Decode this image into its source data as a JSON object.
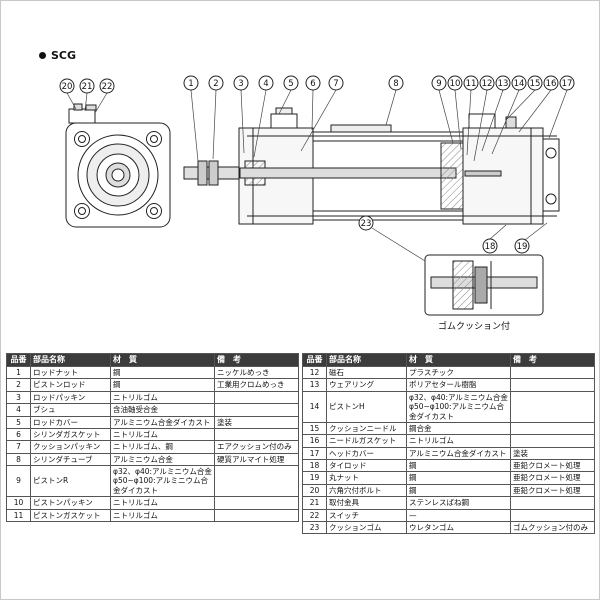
{
  "page": {
    "model_code": "SCG"
  },
  "diagram": {
    "main_callouts": [
      "1",
      "2",
      "3",
      "4",
      "5",
      "6",
      "7",
      "8",
      "9",
      "10",
      "11",
      "12",
      "13",
      "14",
      "15",
      "16",
      "17"
    ],
    "front_callouts": [
      "20",
      "21",
      "22"
    ],
    "detail_callouts": [
      "23",
      "18",
      "19"
    ],
    "detail_caption": "ゴムクッション付"
  },
  "table": {
    "headers": [
      "品番",
      "部品名称",
      "材　質",
      "備　考"
    ],
    "left_rows": [
      {
        "no": "1",
        "name": "ロッドナット",
        "material": "鋼",
        "remarks": "ニッケルめっき"
      },
      {
        "no": "2",
        "name": "ピストンロッド",
        "material": "鋼",
        "remarks": "工業用クロムめっき"
      },
      {
        "no": "3",
        "name": "ロッドパッキン",
        "material": "ニトリルゴム",
        "remarks": ""
      },
      {
        "no": "4",
        "name": "ブシュ",
        "material": "含油軸受合金",
        "remarks": ""
      },
      {
        "no": "5",
        "name": "ロッドカバー",
        "material": "アルミニウム合金ダイカスト",
        "remarks": "塗装"
      },
      {
        "no": "6",
        "name": "シリンダガスケット",
        "material": "ニトリルゴム",
        "remarks": ""
      },
      {
        "no": "7",
        "name": "クッションパッキン",
        "material": "ニトリルゴム、鋼",
        "remarks": "エアクッション付のみ"
      },
      {
        "no": "8",
        "name": "シリンダチューブ",
        "material": "アルミニウム合金",
        "remarks": "硬質アルマイト処理"
      },
      {
        "no": "9",
        "name": "ピストンR",
        "material": "φ32、φ40:アルミニウム合金\nφ50~φ100:アルミニウム合金ダイカスト",
        "remarks": ""
      },
      {
        "no": "10",
        "name": "ピストンパッキン",
        "material": "ニトリルゴム",
        "remarks": ""
      },
      {
        "no": "11",
        "name": "ピストンガスケット",
        "material": "ニトリルゴム",
        "remarks": ""
      }
    ],
    "right_rows": [
      {
        "no": "12",
        "name": "磁石",
        "material": "プラスチック",
        "remarks": ""
      },
      {
        "no": "13",
        "name": "ウェアリング",
        "material": "ポリアセタール樹脂",
        "remarks": ""
      },
      {
        "no": "14",
        "name": "ピストンH",
        "material": "φ32、φ40:アルミニウム合金\nφ50~φ100:アルミニウム合金ダイカスト",
        "remarks": ""
      },
      {
        "no": "15",
        "name": "クッションニードル",
        "material": "鋼合金",
        "remarks": ""
      },
      {
        "no": "16",
        "name": "ニードルガスケット",
        "material": "ニトリルゴム",
        "remarks": ""
      },
      {
        "no": "17",
        "name": "ヘッドカバー",
        "material": "アルミニウム合金ダイカスト",
        "remarks": "塗装"
      },
      {
        "no": "18",
        "name": "タイロッド",
        "material": "鋼",
        "remarks": "亜鉛クロメート処理"
      },
      {
        "no": "19",
        "name": "丸ナット",
        "material": "鋼",
        "remarks": "亜鉛クロメート処理"
      },
      {
        "no": "20",
        "name": "六角穴付ボルト",
        "material": "鋼",
        "remarks": "亜鉛クロメート処理"
      },
      {
        "no": "21",
        "name": "取付金具",
        "material": "ステンレスばね鋼",
        "remarks": ""
      },
      {
        "no": "22",
        "name": "スイッチ",
        "material": "—",
        "remarks": ""
      },
      {
        "no": "23",
        "name": "クッションゴム",
        "material": "ウレタンゴム",
        "remarks": "ゴムクッション付のみ"
      }
    ]
  }
}
